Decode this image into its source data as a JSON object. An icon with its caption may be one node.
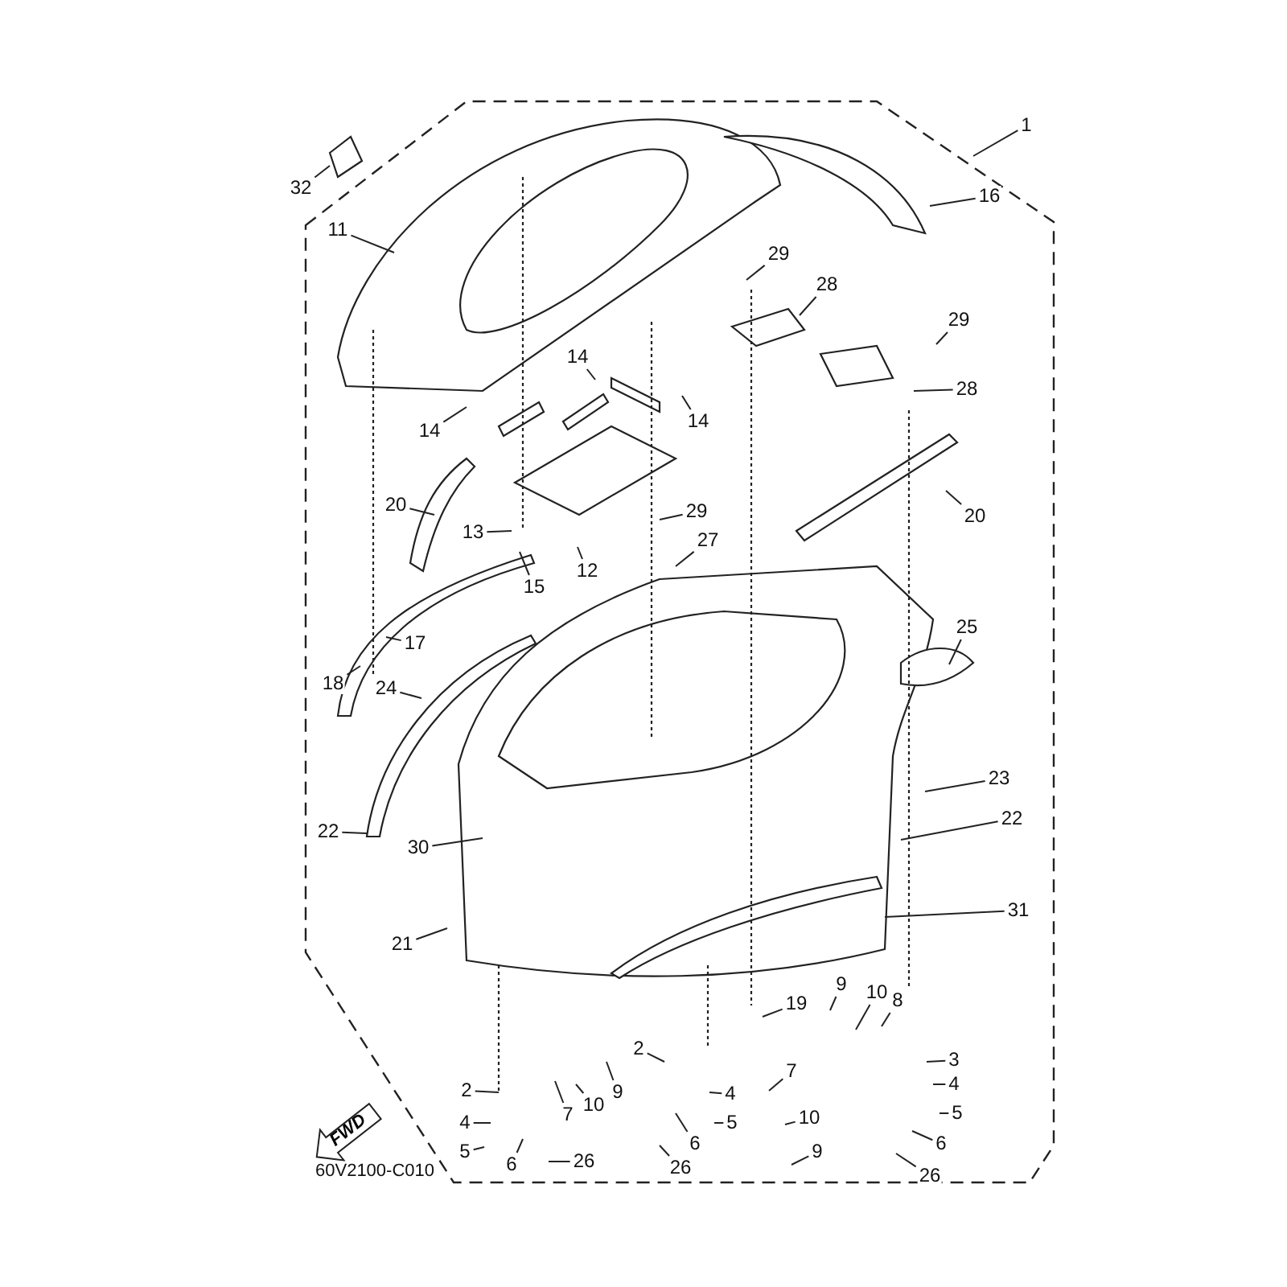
{
  "diagram": {
    "nodes": [
      {
        "text": [
          "1"
        ]
      },
      {
        "text": [
          "32"
        ]
      },
      {
        "text": [
          "16"
        ]
      },
      {
        "text": [
          "11"
        ]
      },
      {
        "text": [
          "29"
        ]
      },
      {
        "text": [
          "28"
        ]
      },
      {
        "text": [
          "29"
        ]
      },
      {
        "text": [
          "14"
        ]
      },
      {
        "text": [
          "28"
        ]
      },
      {
        "text": [
          "14"
        ]
      },
      {
        "text": [
          "14"
        ]
      },
      {
        "text": [
          "20"
        ]
      },
      {
        "text": [
          "20"
        ]
      },
      {
        "text": [
          "29"
        ]
      },
      {
        "text": [
          "13"
        ]
      },
      {
        "text": [
          "27"
        ]
      },
      {
        "text": [
          "12"
        ]
      },
      {
        "text": [
          "15"
        ]
      },
      {
        "text": [
          "25"
        ]
      },
      {
        "text": [
          "17"
        ]
      },
      {
        "text": [
          "18"
        ]
      },
      {
        "text": [
          "24"
        ]
      },
      {
        "text": [
          "23"
        ]
      },
      {
        "text": [
          "22"
        ]
      },
      {
        "text": [
          "30"
        ]
      },
      {
        "text": [
          "22"
        ]
      },
      {
        "text": [
          "21"
        ]
      },
      {
        "text": [
          "31"
        ]
      },
      {
        "text": [
          "19"
        ]
      },
      {
        "text": [
          "9"
        ]
      },
      {
        "text": [
          "10"
        ]
      },
      {
        "text": [
          "8"
        ]
      },
      {
        "text": [
          "2"
        ]
      },
      {
        "text": [
          "7"
        ]
      },
      {
        "text": [
          "10"
        ]
      },
      {
        "text": [
          "9"
        ]
      },
      {
        "text": [
          "2"
        ]
      },
      {
        "text": [
          "4"
        ]
      },
      {
        "text": [
          "5"
        ]
      },
      {
        "text": [
          "6"
        ]
      },
      {
        "text": [
          "26"
        ]
      },
      {
        "text": [
          "4"
        ]
      },
      {
        "text": [
          "5"
        ]
      },
      {
        "text": [
          "7"
        ]
      },
      {
        "text": [
          "10"
        ]
      },
      {
        "text": [
          "6"
        ]
      },
      {
        "text": [
          "26"
        ]
      },
      {
        "text": [
          "9"
        ]
      },
      {
        "text": [
          "3"
        ]
      },
      {
        "text": [
          "4"
        ]
      },
      {
        "text": [
          "5"
        ]
      },
      {
        "text": [
          "6"
        ]
      },
      {
        "text": [
          "26"
        ]
      },
      {
        "text": [
          "FWD"
        ]
      }
    ],
    "edges": [
      {
        "from": 0,
        "to": null,
        "arrow": "none"
      },
      {
        "from": 1,
        "to": null,
        "arrow": "none"
      },
      {
        "from": 2,
        "to": null,
        "arrow": "none"
      },
      {
        "from": 3,
        "to": null,
        "arrow": "none"
      },
      {
        "from": 4,
        "to": null,
        "arrow": "none"
      },
      {
        "from": 5,
        "to": null,
        "arrow": "none"
      },
      {
        "from": 6,
        "to": null,
        "arrow": "none"
      },
      {
        "from": 7,
        "to": null,
        "arrow": "none"
      },
      {
        "from": 8,
        "to": null,
        "arrow": "none"
      },
      {
        "from": 9,
        "to": null,
        "arrow": "none"
      },
      {
        "from": 10,
        "to": null,
        "arrow": "none"
      },
      {
        "from": 11,
        "to": null,
        "arrow": "none"
      },
      {
        "from": 12,
        "to": null,
        "arrow": "none"
      },
      {
        "from": 13,
        "to": null,
        "arrow": "none"
      },
      {
        "from": 14,
        "to": null,
        "arrow": "none"
      },
      {
        "from": 15,
        "to": null,
        "arrow": "none"
      },
      {
        "from": 16,
        "to": null,
        "arrow": "none"
      },
      {
        "from": 17,
        "to": null,
        "arrow": "none"
      },
      {
        "from": 18,
        "to": null,
        "arrow": "none"
      },
      {
        "from": 19,
        "to": null,
        "arrow": "none"
      },
      {
        "from": 20,
        "to": null,
        "arrow": "none"
      },
      {
        "from": 21,
        "to": null,
        "arrow": "none"
      },
      {
        "from": 22,
        "to": null,
        "arrow": "none"
      },
      {
        "from": 23,
        "to": null,
        "arrow": "none"
      },
      {
        "from": 24,
        "to": null,
        "arrow": "none"
      },
      {
        "from": 25,
        "to": null,
        "arrow": "none"
      },
      {
        "from": 26,
        "to": null,
        "arrow": "none"
      },
      {
        "from": 27,
        "to": null,
        "arrow": "none"
      },
      {
        "from": 28,
        "to": null,
        "arrow": "none"
      },
      {
        "from": 29,
        "to": null,
        "arrow": "none"
      },
      {
        "from": 30,
        "to": null,
        "arrow": "none"
      },
      {
        "from": 31,
        "to": null,
        "arrow": "none"
      },
      {
        "from": 32,
        "to": null,
        "arrow": "none"
      },
      {
        "from": 33,
        "to": null,
        "arrow": "none"
      },
      {
        "from": 34,
        "to": null,
        "arrow": "none"
      },
      {
        "from": 35,
        "to": null,
        "arrow": "none"
      },
      {
        "from": 36,
        "to": null,
        "arrow": "none"
      },
      {
        "from": 37,
        "to": null,
        "arrow": "none"
      },
      {
        "from": 38,
        "to": null,
        "arrow": "none"
      },
      {
        "from": 39,
        "to": null,
        "arrow": "none"
      },
      {
        "from": 40,
        "to": null,
        "arrow": "none"
      },
      {
        "from": 41,
        "to": null,
        "arrow": "none"
      },
      {
        "from": 42,
        "to": null,
        "arrow": "none"
      },
      {
        "from": 43,
        "to": null,
        "arrow": "none"
      },
      {
        "from": 44,
        "to": null,
        "arrow": "none"
      },
      {
        "from": 45,
        "to": null,
        "arrow": "none"
      },
      {
        "from": 46,
        "to": null,
        "arrow": "none"
      },
      {
        "from": 47,
        "to": null,
        "arrow": "none"
      },
      {
        "from": 48,
        "to": null,
        "arrow": "none"
      },
      {
        "from": 49,
        "to": null,
        "arrow": "none"
      },
      {
        "from": 50,
        "to": null,
        "arrow": "none"
      },
      {
        "from": 51,
        "to": null,
        "arrow": "none"
      },
      {
        "from": 52,
        "to": null,
        "arrow": "none"
      }
    ],
    "labels": [
      "60V2100-C010"
    ]
  }
}
